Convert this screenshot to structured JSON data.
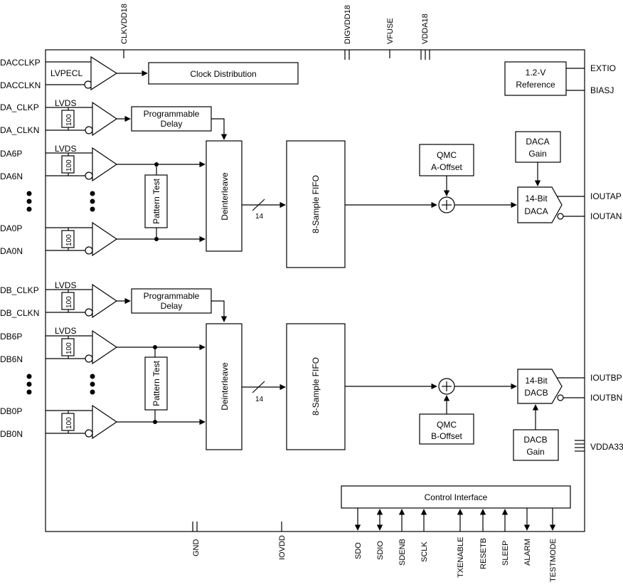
{
  "top_pins": [
    "CLKVDD18",
    "DIGVDD18",
    "VFUSE",
    "VDDA18"
  ],
  "bottom_pins": {
    "power": [
      "GND",
      "IOVDD"
    ],
    "control": [
      "SDO",
      "SDIO",
      "SDENB",
      "SCLK",
      "TXENABLE",
      "RESETB",
      "SLEEP",
      "ALARM",
      "TESTMODE"
    ]
  },
  "left_pins": {
    "clk": [
      "DACCLKP",
      "DACCLKN"
    ],
    "a_clk": [
      "DA_CLKP",
      "DA_CLKN"
    ],
    "a_data_top": [
      "DA6P",
      "DA6N"
    ],
    "a_data_bot": [
      "DA0P",
      "DA0N"
    ],
    "b_clk": [
      "DB_CLKP",
      "DB_CLKN"
    ],
    "b_data_top": [
      "DB6P",
      "DB6N"
    ],
    "b_data_bot": [
      "DB0P",
      "DB0N"
    ]
  },
  "right_pins": [
    "EXTIO",
    "BIASJ",
    "IOUTAP",
    "IOUTAN",
    "IOUTBP",
    "IOUTBN",
    "VDDA33"
  ],
  "labels": {
    "lvpecl": "LVPECL",
    "lvds": "LVDS",
    "resistor": "100",
    "clock_distribution": "Clock Distribution",
    "prog_delay_1": "Programmable",
    "prog_delay_2": "Delay",
    "pattern_test": "Pattern Test",
    "deinterleave": "Deinterleave",
    "bus_width": "14",
    "fifo": "8-Sample FIFO",
    "qmc_a_1": "QMC",
    "qmc_a_2": "A-Offset",
    "qmc_b_1": "QMC",
    "qmc_b_2": "B-Offset",
    "daca_gain_1": "DACA",
    "daca_gain_2": "Gain",
    "dacb_gain_1": "DACB",
    "dacb_gain_2": "Gain",
    "daca_1": "14-Bit",
    "daca_2": "DACA",
    "dacb_1": "14-Bit",
    "dacb_2": "DACB",
    "ref_1": "1.2-V",
    "ref_2": "Reference",
    "control_interface": "Control Interface"
  }
}
